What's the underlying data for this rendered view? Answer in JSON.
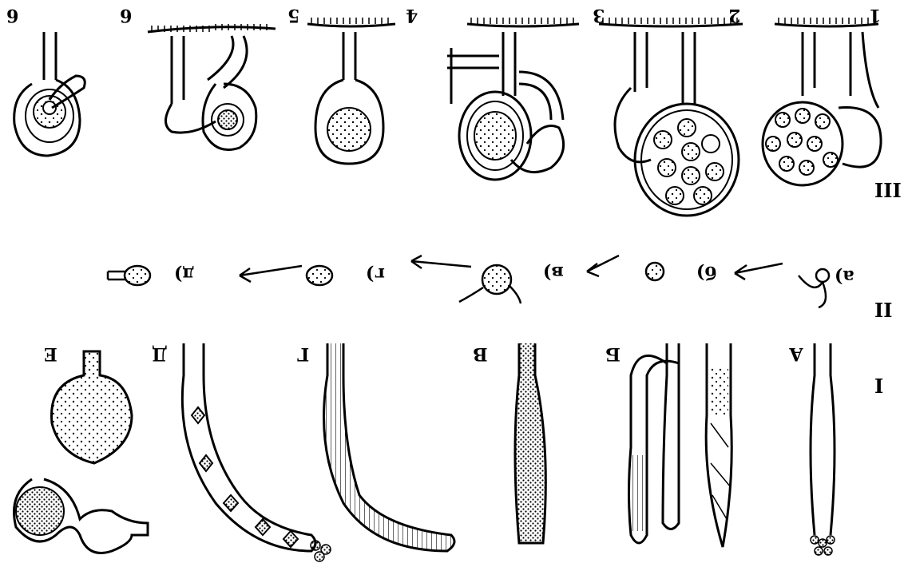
{
  "figure": {
    "rows": {
      "I": "I",
      "II": "II",
      "III": "III"
    },
    "row_III_numbers": [
      "1",
      "2",
      "3",
      "4",
      "5",
      "6"
    ],
    "row_II_labels": [
      "а)",
      "б)",
      "в)",
      "г)",
      "д)"
    ],
    "row_I_letters": [
      "А",
      "Б",
      "В",
      "Г",
      "Д",
      "Е"
    ]
  }
}
